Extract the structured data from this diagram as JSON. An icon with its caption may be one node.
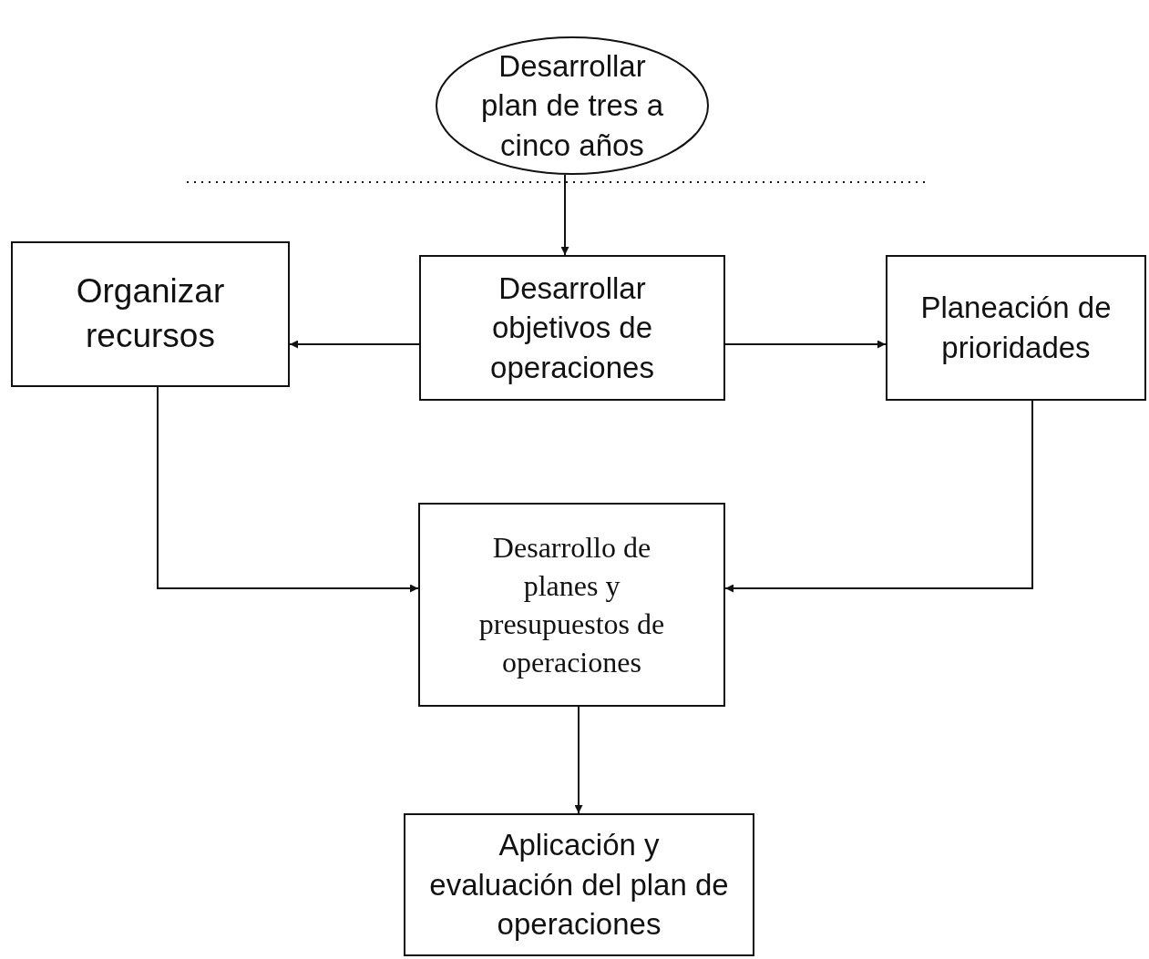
{
  "diagram": {
    "nodes": [
      {
        "text": [
          "Desarrollar plan de tres a cinco años"
        ]
      },
      {
        "text": [
          "Organizar recursos"
        ]
      },
      {
        "text": [
          "Desarrollar objetivos de operaciones"
        ]
      },
      {
        "text": [
          "Planeación de prioridades"
        ]
      },
      {
        "text": [
          "Desarrollo de planes y presupuestos de operaciones"
        ]
      },
      {
        "text": [
          "Aplicación y evaluación del plan de operaciones"
        ]
      }
    ],
    "edges": [
      {
        "from": 0,
        "to": 2,
        "arrow": "to"
      },
      {
        "from": 2,
        "to": 1,
        "arrow": "to"
      },
      {
        "from": 2,
        "to": 3,
        "arrow": "to"
      },
      {
        "from": 1,
        "to": 4,
        "arrow": "to"
      },
      {
        "from": 3,
        "to": 4,
        "arrow": "to"
      },
      {
        "from": 4,
        "to": 5,
        "arrow": "to"
      }
    ]
  }
}
